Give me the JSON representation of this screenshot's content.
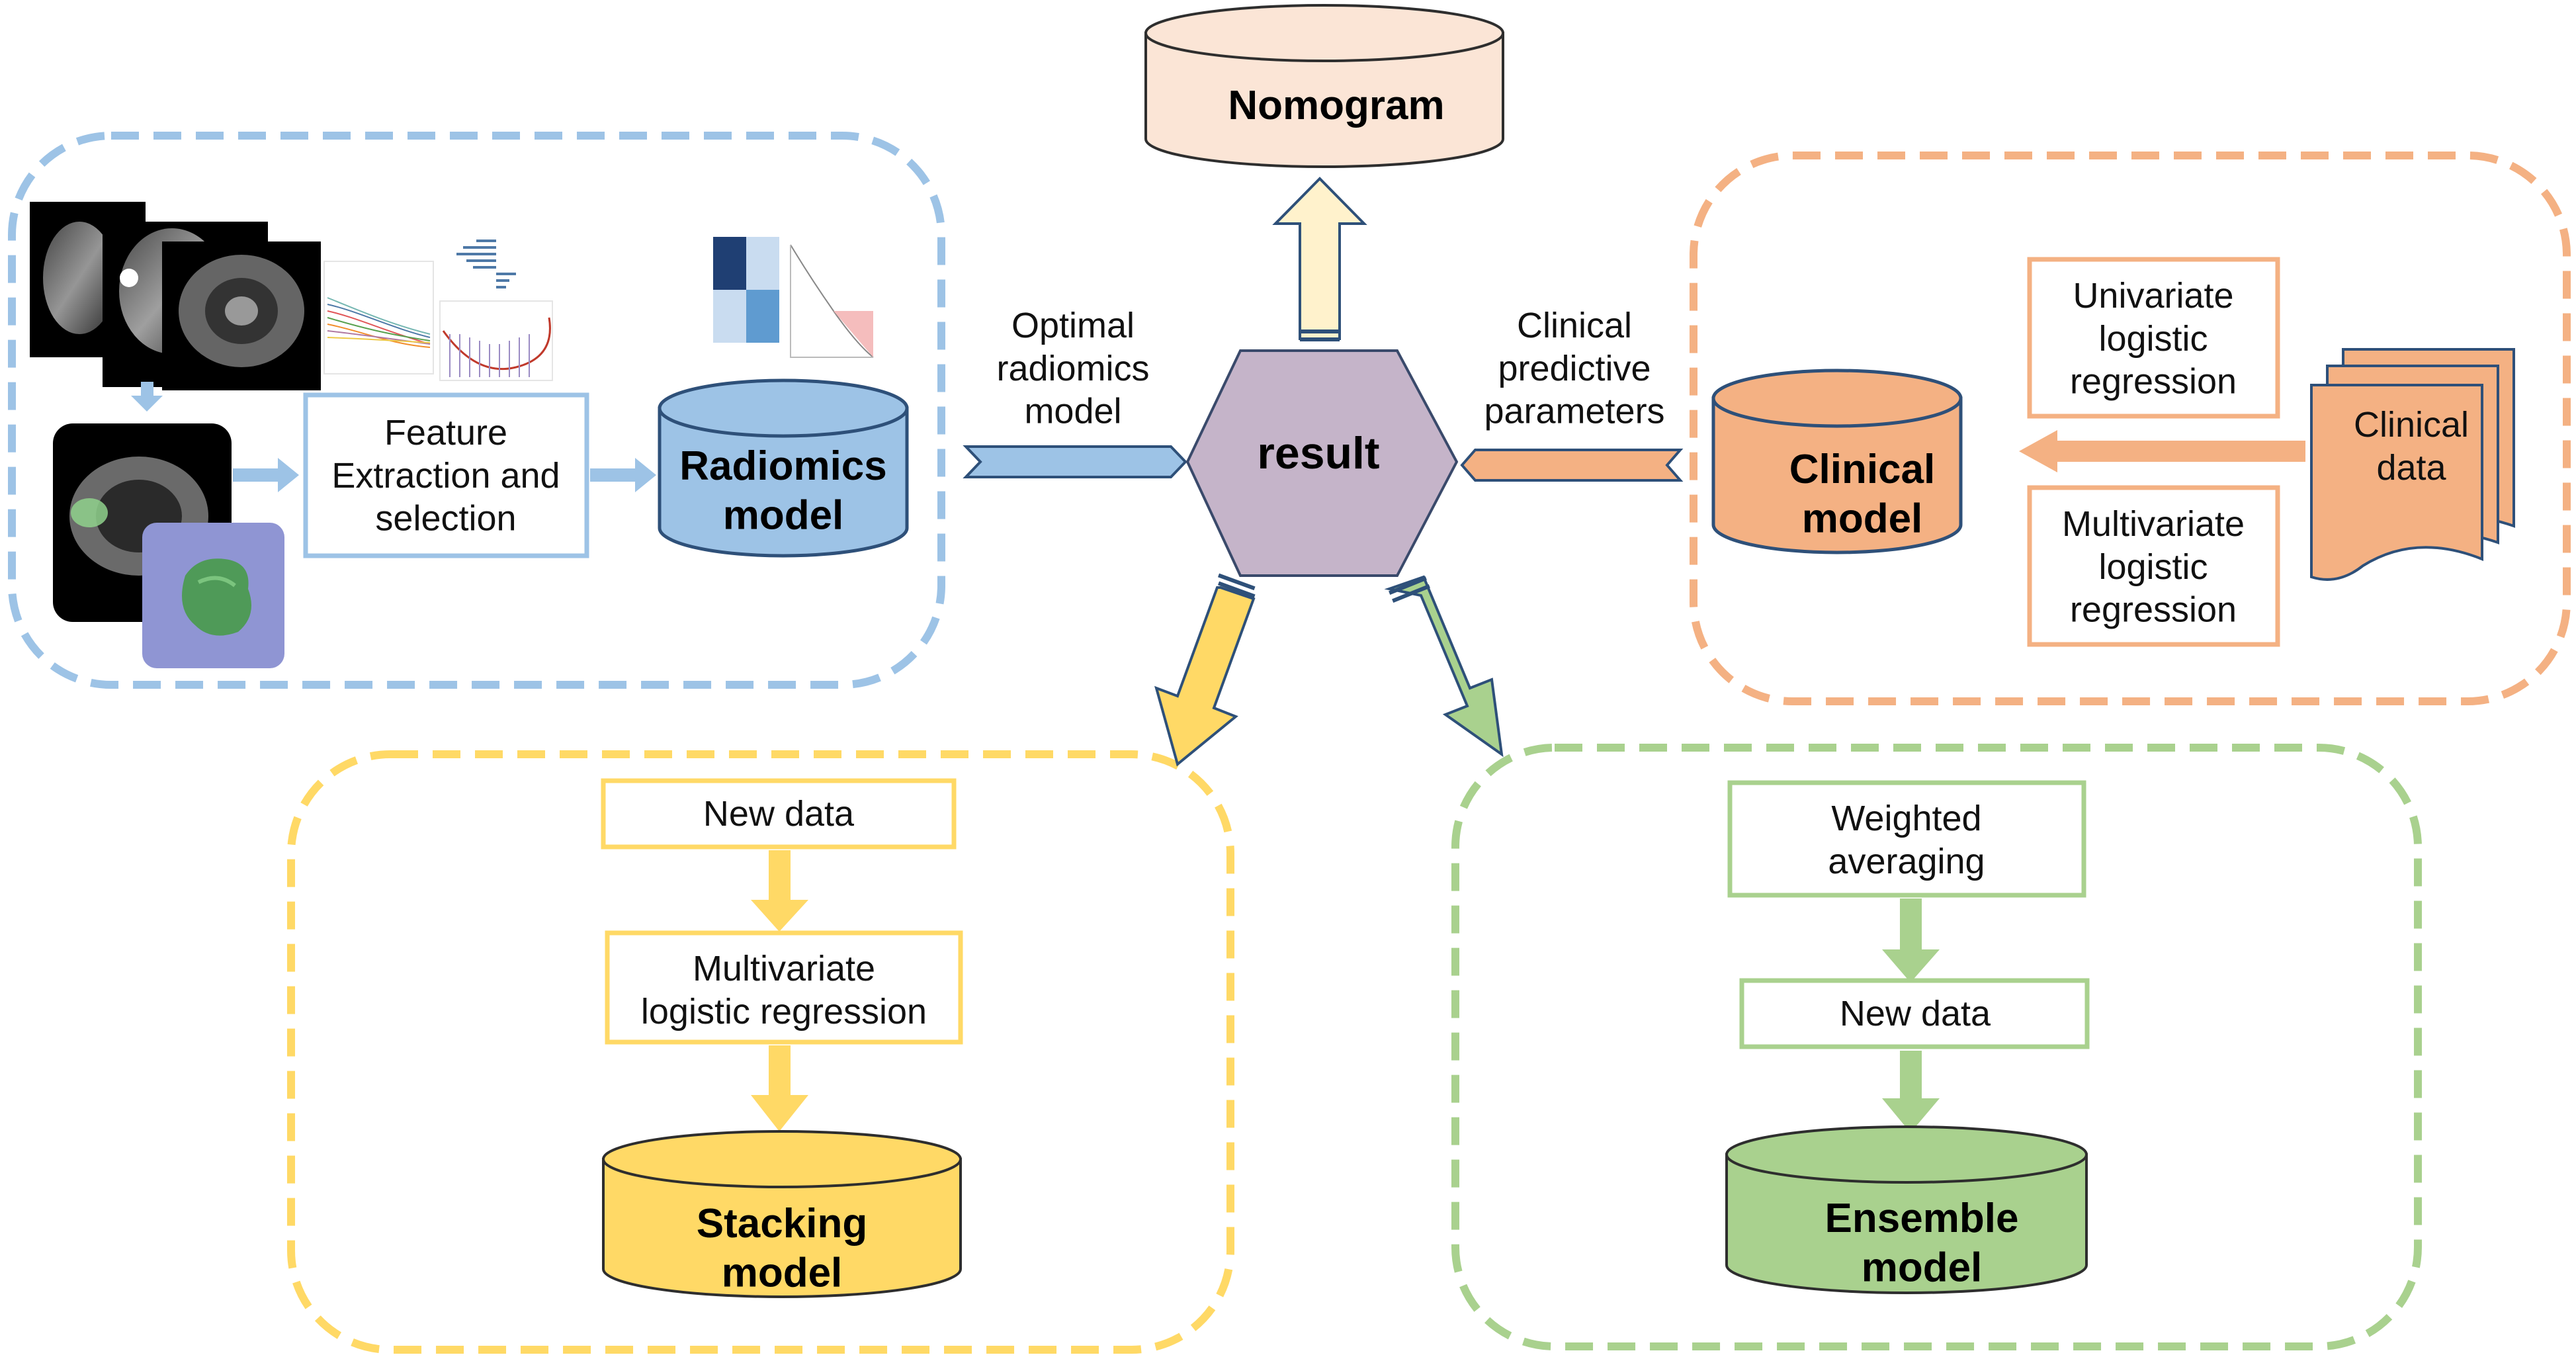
{
  "nodes": {
    "nomogram": "Nomogram",
    "result": "result",
    "radiomics_model": [
      "Radiomics",
      "model"
    ],
    "clinical_model": [
      "Clinical",
      "model"
    ],
    "stacking_model": [
      "Stacking",
      "model"
    ],
    "ensemble_model": [
      "Ensemble",
      "model"
    ]
  },
  "boxes": {
    "feature_extraction": [
      "Feature",
      "Extraction and",
      "selection"
    ],
    "univariate": [
      "Univariate",
      "logistic",
      "regression"
    ],
    "multivariate_clinical": [
      "Multivariate",
      "logistic",
      "regression"
    ],
    "clinical_data": [
      "Clinical",
      "data"
    ],
    "new_data_stacking": [
      "New data"
    ],
    "multivariate_stacking": [
      "Multivariate",
      "logistic regression"
    ],
    "weighted_averaging": [
      "Weighted",
      "averaging"
    ],
    "new_data_ensemble": [
      "New data"
    ]
  },
  "edge_labels": {
    "optimal_radiomics": [
      "Optimal",
      "radiomics",
      "model"
    ],
    "clinical_parameters": [
      "Clinical",
      "predictive",
      "parameters"
    ]
  },
  "colors": {
    "blue": "#9dc3e6",
    "blue_fill": "#9dc3e6",
    "orange": "#f4b183",
    "yellow": "#ffd966",
    "green": "#a9d18e",
    "hexagon": "#c5b4c9",
    "nomogram_fill": "#fbe5d6",
    "arrow_up": "#fff2cc"
  }
}
